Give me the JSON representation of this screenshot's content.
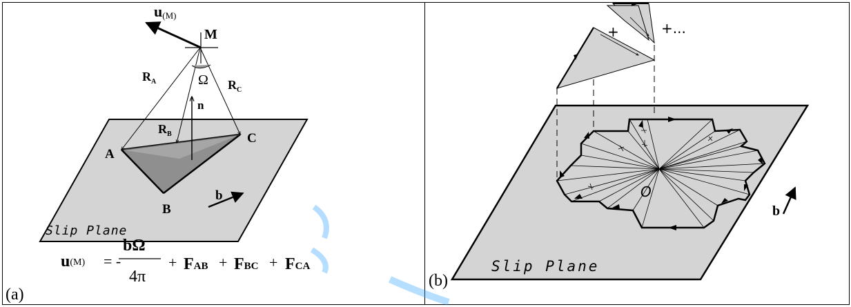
{
  "colors": {
    "plane_fill": "#d4d4d4",
    "triangle_fill": "#8f8f8f",
    "line": "#000000",
    "watermark": "#2aa0ff"
  },
  "left_panel": {
    "panel_label": "(a)",
    "point_label": "M",
    "displacement_label": "u",
    "displacement_subscript": "(M)",
    "angle_label": "Ω",
    "normal_label": "n",
    "ray_a_label": "R",
    "ray_a_sub": "A",
    "ray_b_label": "R",
    "ray_b_sub": "B",
    "ray_c_label": "R",
    "ray_c_sub": "C",
    "vertex_a": "A",
    "vertex_b": "B",
    "vertex_c": "C",
    "burgers_label": "b",
    "plane_label": "Slip Plane",
    "formula": {
      "lhs": "u",
      "lhs_sub": "(M)",
      "equals_minus": "= -",
      "numerator": "bΩ",
      "denominator": "4π",
      "plus1": "+",
      "f1": "F",
      "f1_sub": "AB",
      "plus2": "+",
      "f2": "F",
      "f2_sub": "BC",
      "plus3": "+",
      "f3": "F",
      "f3_sub": "CA"
    }
  },
  "right_panel": {
    "panel_label": "(b)",
    "plus_label": "+",
    "plus_more_label": "+...",
    "origin_label": "O",
    "burgers_label": "b",
    "plane_label": "Slip Plane"
  }
}
